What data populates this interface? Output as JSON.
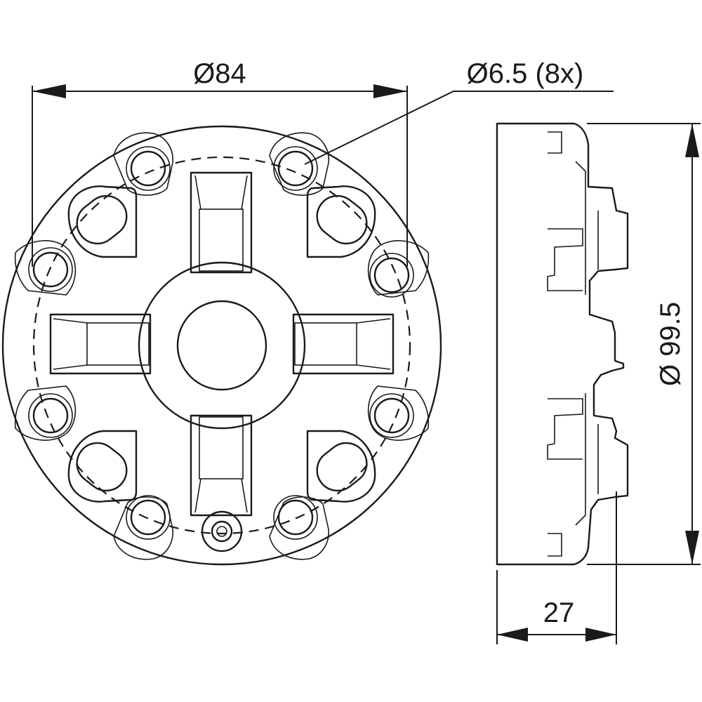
{
  "dimensions": {
    "pitch_diameter": "Ø84",
    "hole_spec": "Ø6.5 (8x)",
    "outer_diameter": "Ø 99.5",
    "height": "27"
  },
  "hole_count": 8
}
